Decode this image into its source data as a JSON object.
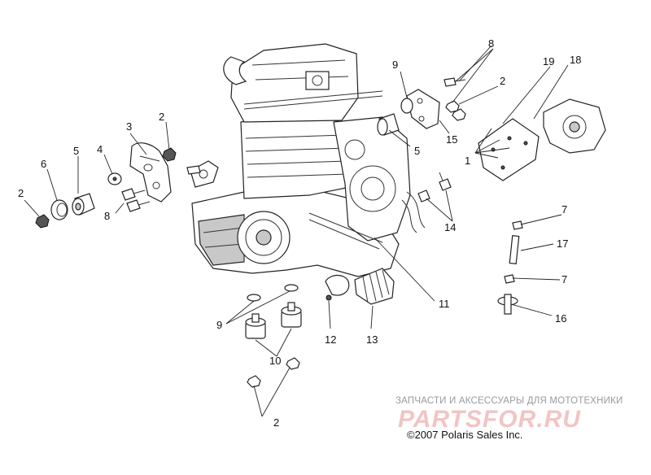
{
  "callouts": {
    "c1": "1",
    "c2a": "2",
    "c2b": "2",
    "c2c": "2",
    "c2d": "2",
    "c3": "3",
    "c4": "4",
    "c5a": "5",
    "c5b": "5",
    "c6": "6",
    "c7a": "7",
    "c7b": "7",
    "c8a": "8",
    "c8b": "8",
    "c9a": "9",
    "c9b": "9",
    "c10": "10",
    "c11": "11",
    "c12": "12",
    "c13": "13",
    "c14": "14",
    "c15": "15",
    "c16": "16",
    "c17": "17",
    "c18": "18",
    "c19": "19"
  },
  "watermark": {
    "tagline": "ЗАПЧАСТИ И АКСЕССУАРЫ ДЛЯ МОТОТЕХНИКИ",
    "logo": "PARTSFOR.RU"
  },
  "copyright": "©2007  Polaris Sales Inc."
}
